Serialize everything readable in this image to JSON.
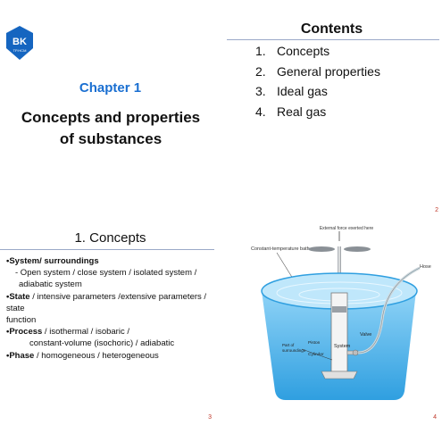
{
  "slide1": {
    "logo_text": "BK",
    "logo_subtext": "TP.HCM",
    "chapter": "Chapter 1",
    "subtitle_line1": "Concepts and properties",
    "subtitle_line2": "of substances"
  },
  "slide2": {
    "title": "Contents",
    "items": [
      {
        "num": "1.",
        "label": "Concepts"
      },
      {
        "num": "2.",
        "label": "General properties"
      },
      {
        "num": "3.",
        "label": "Ideal gas"
      },
      {
        "num": "4.",
        "label": "Real gas"
      }
    ],
    "page_number": "2"
  },
  "slide3": {
    "title": "1. Concepts",
    "system_head": "•System/ surroundings",
    "system_line1": "- Open system / close system / isolated system /",
    "system_line2": "adiabatic system",
    "state_head": "•State",
    "state_text": " / intensive parameters /extensive parameters / state",
    "state_text2": "function",
    "process_head": "•Process",
    "process_text": " / isothermal / isobaric /",
    "process_text2": "constant-volume (isochoric) / adiabatic",
    "phase_head": "•Phase",
    "phase_text": " / homogeneous / heterogeneous",
    "page_number": "3"
  },
  "slide4": {
    "top_label": "External force exerted here",
    "bath_label": "Constant-temperature bath",
    "hose_label": "Hose",
    "valve_label": "Valve",
    "piston_label": "Piston",
    "system_label": "System",
    "cylinder_label": "Cylinder",
    "surroundings_label1": "Part of",
    "surroundings_label2": "surroundings",
    "page_number": "4",
    "water_color": "#2f9fe0",
    "water_light": "#8fd3f7"
  }
}
